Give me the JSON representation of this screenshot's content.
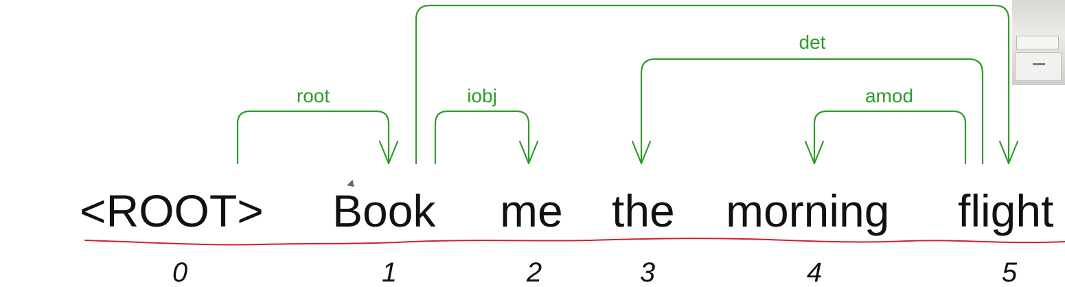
{
  "diagram": {
    "tokens": [
      "<ROOT>",
      "Book",
      "me",
      "the",
      "morning",
      "flight"
    ],
    "indices": [
      "0",
      "1",
      "2",
      "3",
      "4",
      "5"
    ],
    "relations": [
      {
        "label": "root",
        "head": "0",
        "dependent": "1"
      },
      {
        "label": "",
        "head": "1",
        "dependent": "5"
      },
      {
        "label": "iobj",
        "head": "1",
        "dependent": "2"
      },
      {
        "label": "det",
        "head": "5",
        "dependent": "3"
      },
      {
        "label": "amod",
        "head": "5",
        "dependent": "4"
      }
    ],
    "colors": {
      "arc": "#2e9b2a",
      "text": "#111111",
      "underline": "#d21f2a"
    }
  },
  "overlay": {
    "webcam": "webcam-thumbnail",
    "cursor": "mouse-pointer-icon"
  }
}
